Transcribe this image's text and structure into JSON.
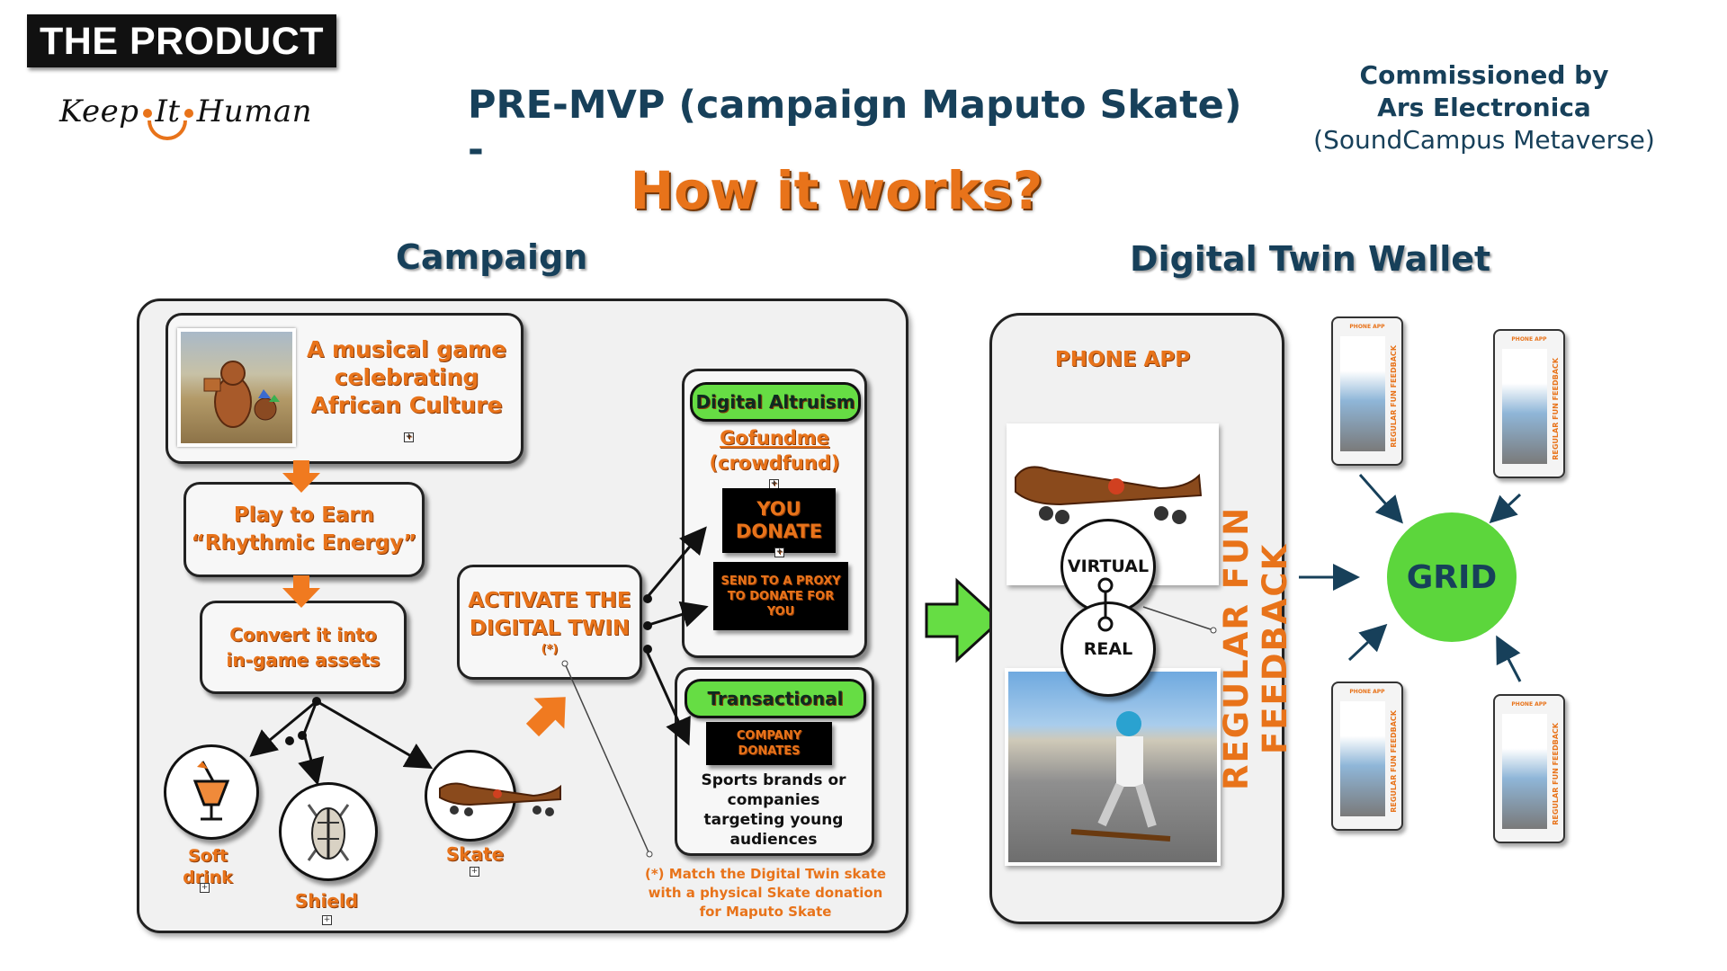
{
  "header": {
    "tag": "THE PRODUCT",
    "logo_word1": "Keep",
    "logo_word2": "It",
    "logo_word3": "Human",
    "title": "PRE-MVP (campaign Maputo Skate) -",
    "subtitle": "How it works?",
    "commission_line1": "Commissioned by",
    "commission_line2": "Ars Electronica",
    "commission_line3": "(SoundCampus Metaverse)"
  },
  "campaign": {
    "heading": "Campaign",
    "game_box": "A musical game celebrating African Culture",
    "play_box_line1": "Play to Earn",
    "play_box_line2": "“Rhythmic Energy”",
    "convert_box_line1": "Convert it into",
    "convert_box_line2": "in-game assets",
    "activate_line1": "ACTIVATE THE",
    "activate_line2": "DIGITAL TWIN",
    "activate_note": "(*)",
    "assets": {
      "soft_drink": "Soft drink",
      "shield": "Shield",
      "skate": "Skate"
    },
    "altruism": {
      "pill": "Digital Altruism",
      "link": "Gofundme",
      "sub": "(crowdfund)",
      "you_donate_line1": "YOU",
      "you_donate_line2": "DONATE",
      "proxy": "SEND TO A PROXY TO DONATE FOR YOU"
    },
    "transactional": {
      "pill": "Transactional",
      "company_line1": "COMPANY",
      "company_line2": "DONATES",
      "desc": "Sports brands or companies targeting young audiences"
    },
    "footnote_line1": "(*) Match the Digital Twin skate",
    "footnote_line2": "with a physical Skate donation",
    "footnote_line3": "for Maputo Skate"
  },
  "wallet": {
    "heading": "Digital Twin Wallet",
    "phone_app": "PHONE APP",
    "virtual": "VIRTUAL",
    "real": "REAL",
    "vertical_text": "REGULAR FUN FEEDBACK",
    "grid": "GRID",
    "thumb_header": "PHONE APP",
    "thumb_vertical": "REGULAR FUN FEEDBACK"
  },
  "colors": {
    "navy": "#17405a",
    "orange": "#e8731a",
    "green": "#66dd44"
  }
}
